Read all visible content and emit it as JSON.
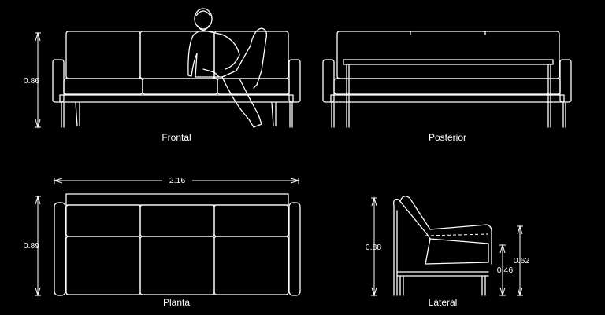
{
  "views": {
    "front": "Frontal",
    "back": "Posterior",
    "plan": "Planta",
    "side": "Lateral"
  },
  "dimensions": {
    "front_height": "0.86",
    "plan_width": "2.16",
    "plan_depth": "0.89",
    "side_height": "0.88",
    "side_seat_height": "0.46",
    "side_arm_height": "0.62"
  },
  "colors": {
    "background": "#000000",
    "line": "#ffffff"
  }
}
